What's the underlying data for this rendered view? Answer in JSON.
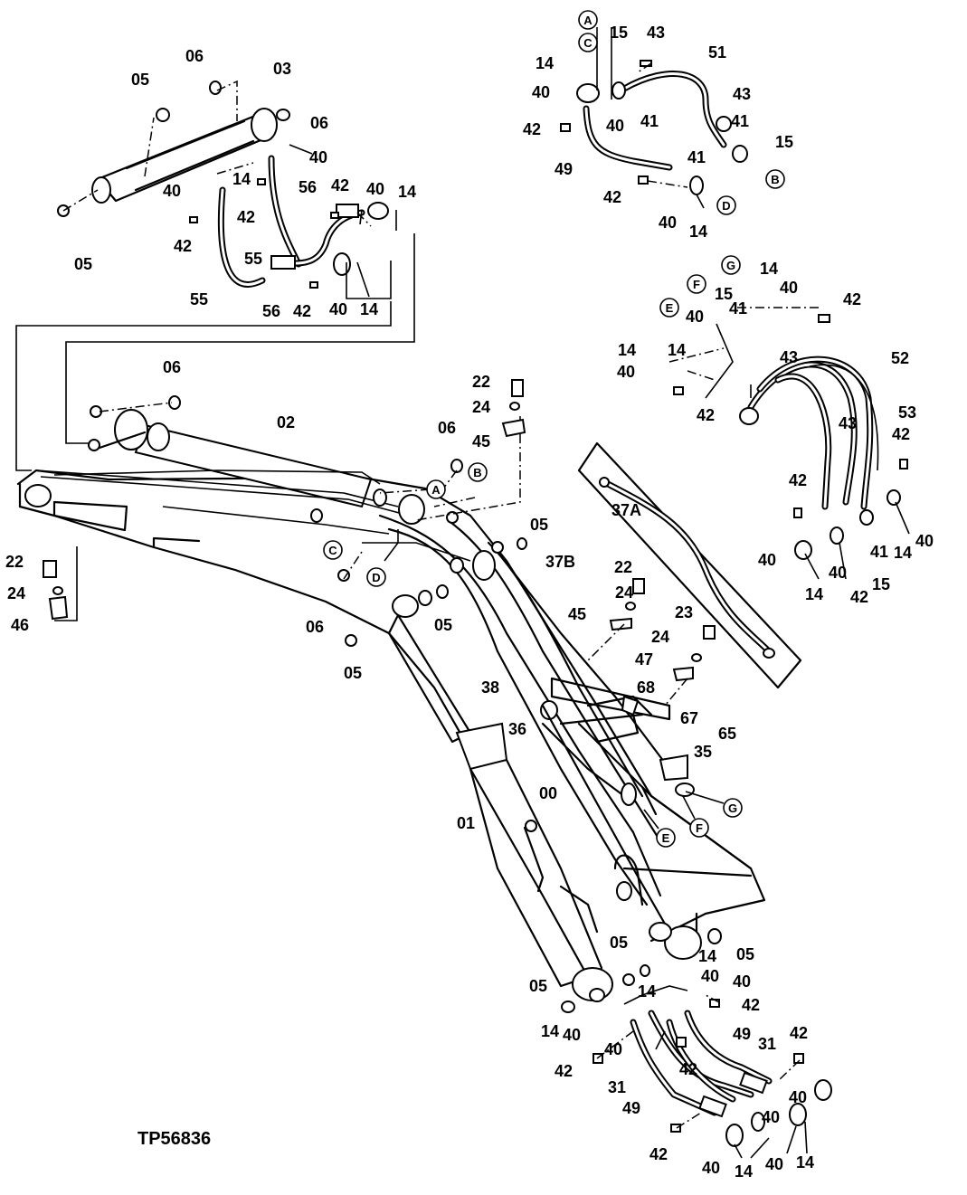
{
  "figure": {
    "id": "TP56836"
  },
  "part_labels": [
    {
      "text": "05"
    },
    {
      "text": "06"
    },
    {
      "text": "03"
    },
    {
      "text": "06"
    },
    {
      "text": "40"
    },
    {
      "text": "40"
    },
    {
      "text": "14"
    },
    {
      "text": "56"
    },
    {
      "text": "42"
    },
    {
      "text": "40"
    },
    {
      "text": "14"
    },
    {
      "text": "42"
    },
    {
      "text": "42"
    },
    {
      "text": "05"
    },
    {
      "text": "55"
    },
    {
      "text": "55"
    },
    {
      "text": "56"
    },
    {
      "text": "42"
    },
    {
      "text": "40"
    },
    {
      "text": "14"
    },
    {
      "text": "15"
    },
    {
      "text": "43"
    },
    {
      "text": "51"
    },
    {
      "text": "14"
    },
    {
      "text": "40"
    },
    {
      "text": "40"
    },
    {
      "text": "41"
    },
    {
      "text": "42"
    },
    {
      "text": "43"
    },
    {
      "text": "41"
    },
    {
      "text": "15"
    },
    {
      "text": "41"
    },
    {
      "text": "49"
    },
    {
      "text": "42"
    },
    {
      "text": "40"
    },
    {
      "text": "14"
    },
    {
      "text": "14"
    },
    {
      "text": "40"
    },
    {
      "text": "42"
    },
    {
      "text": "15"
    },
    {
      "text": "41"
    },
    {
      "text": "40"
    },
    {
      "text": "14"
    },
    {
      "text": "14"
    },
    {
      "text": "40"
    },
    {
      "text": "43"
    },
    {
      "text": "52"
    },
    {
      "text": "42"
    },
    {
      "text": "53"
    },
    {
      "text": "43"
    },
    {
      "text": "42"
    },
    {
      "text": "42"
    },
    {
      "text": "40"
    },
    {
      "text": "40"
    },
    {
      "text": "14"
    },
    {
      "text": "41"
    },
    {
      "text": "40"
    },
    {
      "text": "14"
    },
    {
      "text": "42"
    },
    {
      "text": "15"
    },
    {
      "text": "06"
    },
    {
      "text": "02"
    },
    {
      "text": "22"
    },
    {
      "text": "24"
    },
    {
      "text": "06"
    },
    {
      "text": "45"
    },
    {
      "text": "37A"
    },
    {
      "text": "05"
    },
    {
      "text": "37B"
    },
    {
      "text": "22"
    },
    {
      "text": "24"
    },
    {
      "text": "46"
    },
    {
      "text": "06"
    },
    {
      "text": "05"
    },
    {
      "text": "05"
    },
    {
      "text": "22"
    },
    {
      "text": "24"
    },
    {
      "text": "45"
    },
    {
      "text": "23"
    },
    {
      "text": "24"
    },
    {
      "text": "47"
    },
    {
      "text": "38"
    },
    {
      "text": "68"
    },
    {
      "text": "67"
    },
    {
      "text": "65"
    },
    {
      "text": "36"
    },
    {
      "text": "35"
    },
    {
      "text": "00"
    },
    {
      "text": "01"
    },
    {
      "text": "05"
    },
    {
      "text": "14"
    },
    {
      "text": "05"
    },
    {
      "text": "05"
    },
    {
      "text": "14"
    },
    {
      "text": "40"
    },
    {
      "text": "40"
    },
    {
      "text": "42"
    },
    {
      "text": "14"
    },
    {
      "text": "40"
    },
    {
      "text": "40"
    },
    {
      "text": "42"
    },
    {
      "text": "49"
    },
    {
      "text": "31"
    },
    {
      "text": "42"
    },
    {
      "text": "42"
    },
    {
      "text": "31"
    },
    {
      "text": "49"
    },
    {
      "text": "40"
    },
    {
      "text": "40"
    },
    {
      "text": "42"
    },
    {
      "text": "40"
    },
    {
      "text": "14"
    },
    {
      "text": "40"
    },
    {
      "text": "14"
    }
  ],
  "reference_markers": [
    {
      "letter": "A"
    },
    {
      "letter": "C"
    },
    {
      "letter": "B"
    },
    {
      "letter": "D"
    },
    {
      "letter": "G"
    },
    {
      "letter": "F"
    },
    {
      "letter": "E"
    },
    {
      "letter": "A"
    },
    {
      "letter": "B"
    },
    {
      "letter": "C"
    },
    {
      "letter": "D"
    },
    {
      "letter": "G"
    },
    {
      "letter": "F"
    },
    {
      "letter": "E"
    }
  ]
}
